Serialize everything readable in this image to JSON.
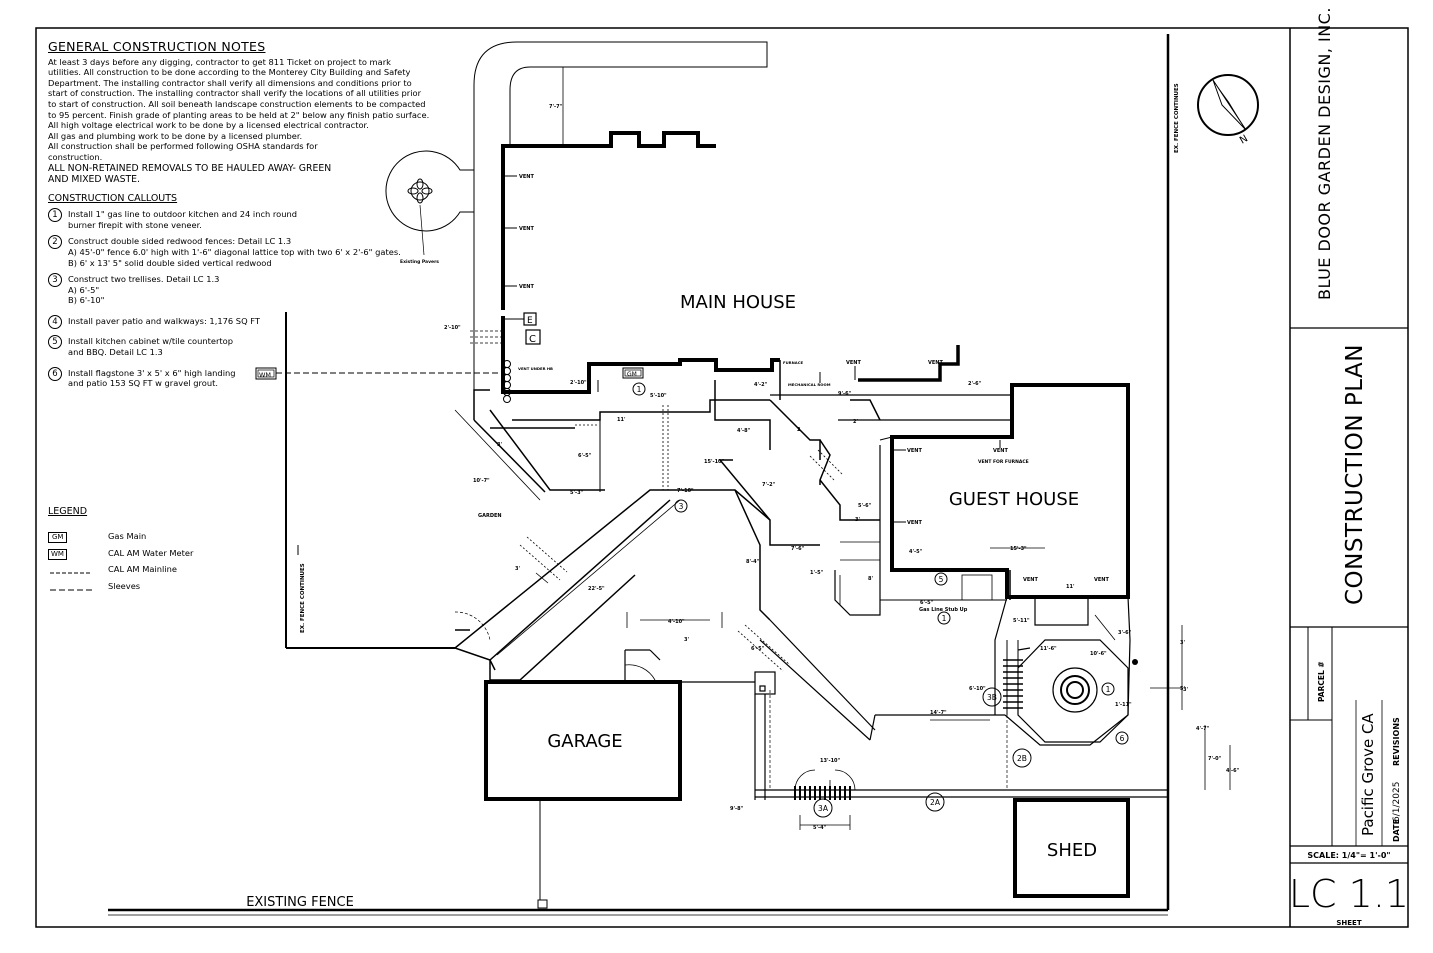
{
  "general_notes": {
    "title": "GENERAL CONSTRUCTION NOTES",
    "lines": [
      "At least 3 days before any digging, contractor to get 811 Ticket on project to mark",
      "utilities. All construction to be done according to the Monterey City Building and Safety",
      "Department. The installing contractor shall verify all dimensions and conditions prior to",
      "start of construction. The installing contractor shall verify the locations of all utilities prior",
      "to start of construction. All soil beneath landscape construction elements to be compacted",
      "to 95 percent. Finish grade of planting areas to be held at 2\" below any finish patio surface.",
      "All high voltage electrical work to be done by a licensed electrical contractor.",
      "All gas and plumbing work to be done by a licensed plumber.",
      "All construction shall be performed following OSHA standards for",
      "construction."
    ],
    "caps_lines": [
      "ALL NON-RETAINED REMOVALS TO BE HAULED AWAY- GREEN",
      "AND MIXED WASTE."
    ]
  },
  "callouts": {
    "title": "CONSTRUCTION CALLOUTS",
    "items": [
      {
        "num": "1",
        "lines": [
          "Install 1\" gas line to outdoor kitchen and 24 inch round",
          "burner firepit with stone veneer."
        ]
      },
      {
        "num": "2",
        "lines": [
          "Construct double sided redwood fences: Detail LC 1.3",
          "A) 45'-0\" fence 6.0' high with 1'-6\" diagonal lattice top with two 6' x 2'-6\" gates.",
          "B) 6' x 13' 5\" solid double sided vertical redwood"
        ]
      },
      {
        "num": "3",
        "lines": [
          "Construct two trellises. Detail LC 1.3",
          "A) 6'-5\"",
          "B) 6'-10\""
        ]
      },
      {
        "num": "4",
        "lines": [
          "Install paver patio and walkways: 1,176 SQ FT"
        ]
      },
      {
        "num": "5",
        "lines": [
          "Install kitchen cabinet w/tile countertop",
          "and BBQ. Detail LC 1.3"
        ]
      },
      {
        "num": "6",
        "lines": [
          "Install flagstone 3' x 5' x 6\" high landing",
          "and patio 153 SQ FT w gravel grout."
        ]
      }
    ]
  },
  "legend": {
    "title": "LEGEND",
    "items": [
      {
        "symbol": "GM",
        "label": "Gas Main"
      },
      {
        "symbol": "WM",
        "label": "CAL AM Water Meter"
      },
      {
        "symbol": "",
        "label": "CAL AM Mainline"
      },
      {
        "symbol": "",
        "label": "Sleeves"
      }
    ]
  },
  "plan_labels": {
    "main_house": "MAIN HOUSE",
    "guest_house": "GUEST HOUSE",
    "garage": "GARAGE",
    "shed": "SHED",
    "existing_fence": "EXISTING FENCE",
    "ex_fence_continues": "EX. FENCE CONTINUES",
    "existing_pavers": "Existing Pavers",
    "garden": "GARDEN",
    "gas_line": "Gas Line Stub Up",
    "furnace": "FURNACE",
    "mechanical_room": "MECHANICAL ROOM",
    "vent": "VENT",
    "vent_for_furnace": "VENT FOR FURNACE",
    "vent_under_hb": "VENT UNDER HB",
    "meter_e": "E",
    "meter_c": "C",
    "gm": "GM",
    "wm": "WM"
  },
  "dimensions": [
    "7'-7\"",
    "2'-10\"",
    "2'-10\"",
    "5'-10\"",
    "4'-2\"",
    "2'-6\"",
    "11'",
    "3'",
    "10'-7\"",
    "6'-5\"",
    "5'-3\"",
    "7'-10\"",
    "4'-8\"",
    "9'-6\"",
    "2",
    "2'",
    "7'-2\"",
    "15'-10\"",
    "5'-6\"",
    "3'",
    "7'-6\"",
    "4'-5\"",
    "1'-5\"",
    "8'",
    "6'-5\"",
    "15'-3\"",
    "11'",
    "3'",
    "22'-5\"",
    "8'-4\"",
    "4'-10\"",
    "3'",
    "3'",
    "6'-5\"",
    "5'-11\"",
    "11'-6\"",
    "10'-6\"",
    "3'-6\"",
    "5'",
    "3'",
    "1'-11\"",
    "14'-7\"",
    "6'-10\"",
    "13'-10\"",
    "9'-8\"",
    "5'-4\"",
    "4'-7\"",
    "7'-0\"",
    "4'-6\""
  ],
  "callout_tags": [
    "1",
    "1",
    "1",
    "2A",
    "2B",
    "3",
    "3A",
    "3B",
    "5",
    "6"
  ],
  "title_block": {
    "company": "BLUE DOOR GARDEN DESIGN, INC.",
    "sheet_title": "CONSTRUCTION PLAN",
    "parcel_label": "PARCEL #",
    "location": "Pacific Grove CA",
    "date_label": "DATE",
    "date": "6/1/2025",
    "revisions_label": "REVISIONS",
    "scale": "SCALE: 1/4\"= 1'-0\"",
    "sheet_number": "LC 1.1",
    "sheet_label": "SHEET",
    "north": "N"
  }
}
